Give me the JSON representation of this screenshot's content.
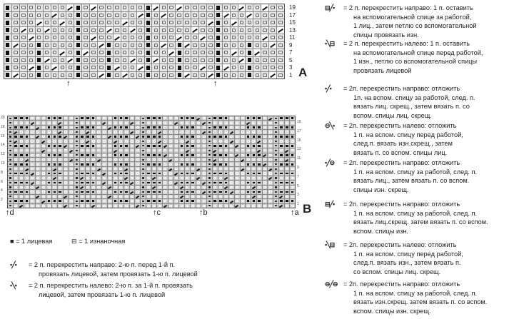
{
  "chart_a": {
    "label": "A",
    "row_numbers": [
      "19",
      "17",
      "15",
      "13",
      "11",
      "9",
      "7",
      "5",
      "3",
      "1"
    ]
  },
  "chart_b": {
    "label": "B",
    "left_numbers": [
      "20",
      "18",
      "16",
      "14",
      "12",
      "10",
      "8",
      "6",
      "4",
      "2"
    ],
    "right_numbers": [
      "19",
      "17",
      "15",
      "13",
      "11",
      "9",
      "7",
      "5",
      "3",
      "1"
    ],
    "markers": [
      {
        "label": "d"
      },
      {
        "label": "c"
      },
      {
        "label": "b"
      },
      {
        "label": "a"
      }
    ]
  },
  "legend_left": {
    "knit": {
      "symbol": "■",
      "text": "= 1 лицевая"
    },
    "purl": {
      "symbol": "⊟",
      "text": "= 1 изнаночная"
    },
    "items": [
      {
        "symbol": "▪╱▪",
        "lines": [
          "= 2 п. перекрестить направо: 2-ю п. перед 1-й п.",
          "провязать лицевой, затем провязать 1-ю п. лицевой"
        ]
      },
      {
        "symbol": "▪╲▪",
        "lines": [
          "= 2 п. перекрестить налево: 2-ю п. за 1-й п. провязать",
          "лицевой, затем провязать 1-ю п. лицевой"
        ]
      }
    ]
  },
  "legend_right": [
    {
      "symbol": "⊟╱▪",
      "lines": [
        "= 2 п. перекрестить направо: 1 п. оставить",
        "на вспомогательной спице за работой,",
        "1 лиц., затем петлю со вспомогательной",
        "спицы провязать изн."
      ]
    },
    {
      "symbol": "▪╲⊟",
      "lines": [
        "= 2 п. перекрестить налево: 1 п. оставить",
        "на вспомогательной спице перед работой,",
        "1 изн., петлю со вспомогательной спицы",
        "провязать лицевой"
      ]
    },
    {
      "symbol": "•╱•",
      "lines": [
        "= 2п. перекрестить направо: отложить",
        "1п. на вспом. спицу за работой, след. п.",
        "вязать лиц. скрещ., затем вязать п. со",
        "вспом. спицы лиц. скрещ."
      ]
    },
    {
      "symbol": "⊖╲•",
      "lines": [
        "= 2п. перекрестить налево: отложить",
        "1 п. на вспом. спицу перед работой,",
        "след.п. вязать изн.скрещ., затем",
        "вязать п. со вспом. спицы лиц."
      ]
    },
    {
      "symbol": "▪╱⊖",
      "lines": [
        "= 2п. перекрестить направо: отложить",
        "1 п. на вспом. спицу за работой, след. п.",
        "вязать лиц., затем вязать п. со вспом.",
        "спицы изн. скрещ."
      ]
    },
    {
      "symbol": "⊟╱•",
      "lines": [
        "= 2п. перекрестить направо: отложить",
        "1 п. на вспом. спицу за работой, след. п.",
        "вязать лиц.скрещ. затем вязать п. со вспом.",
        "вспом. спицы изн."
      ]
    },
    {
      "symbol": "•╲⊟",
      "lines": [
        "= 2п. перекрестить налево: отложить",
        "1 п. на вспом. спицу перед работой,",
        "след.п. вязать изн., затем вязать п.",
        "со вспом. спицы лиц. скрещ."
      ]
    },
    {
      "symbol": "⊖╱⊖",
      "lines": [
        "= 2п. перекрестить направо: отложить",
        "1 п. на вспом. спицу за работой, след. п.",
        "вязать изн.скрещ. затем вязать п. со вспом.",
        "вспом. спицы изн. скрещ."
      ]
    }
  ]
}
